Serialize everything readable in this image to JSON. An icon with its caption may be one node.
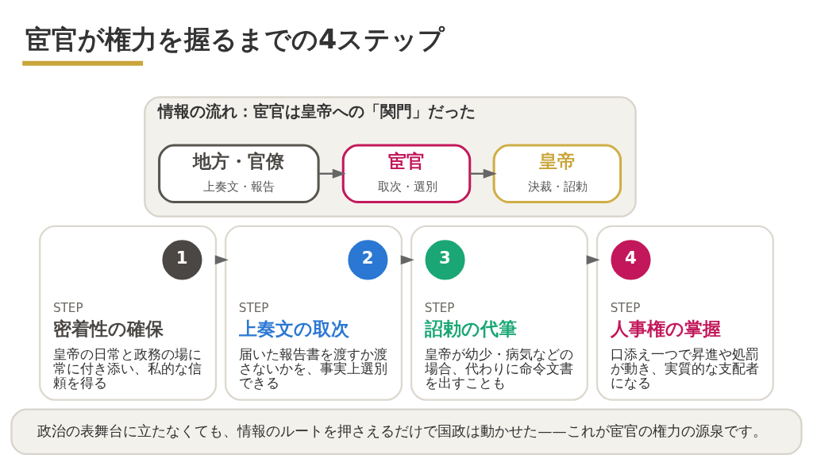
{
  "diagram": {
    "title": "宦官が権力を握るまでの4ステップ",
    "nodes": [
      {
        "text": [
          "情報の流れ：宦官は皇帝への「関門」だった"
        ]
      },
      {
        "text": [
          "地方・官僚",
          "上奏文・報告"
        ],
        "in": 0
      },
      {
        "text": [
          "宦官",
          "取次・選別"
        ],
        "in": 0
      },
      {
        "text": [
          "皇帝",
          "決裁・詔勅"
        ],
        "in": 0
      },
      {
        "text": [
          "STEP",
          "密着性の確保",
          "皇帝の日常と政務の場に常に付き添い、私的な信頼を得る"
        ]
      },
      {
        "text": [
          "1"
        ],
        "in": 4
      },
      {
        "text": [
          "STEP",
          "上奏文の取次",
          "届いた報告書を渡すか渡さないかを、事実上選別できる"
        ]
      },
      {
        "text": [
          "2"
        ],
        "in": 6
      },
      {
        "text": [
          "STEP",
          "詔勅の代筆",
          "皇帝が幼少・病気などの場合、代わりに命令文書を出すことも"
        ]
      },
      {
        "text": [
          "3"
        ],
        "in": 8
      },
      {
        "text": [
          "STEP",
          "人事権の掌握",
          "口添え一つで昇進や処罰が動き、実質的な支配者になる"
        ]
      },
      {
        "text": [
          "4"
        ],
        "in": 10
      },
      {
        "text": [
          "政治の表舞台に立たなくても、情報のルートを押さえるだけで国政は動かせた——これが宦官の権力の源泉です。"
        ]
      }
    ],
    "edges": [
      {
        "from": 1,
        "to": 2,
        "arrow": "to"
      },
      {
        "from": 2,
        "to": 3,
        "arrow": "to"
      },
      {
        "from": 4,
        "to": 6,
        "arrow": "to"
      },
      {
        "from": 6,
        "to": 8,
        "arrow": "to"
      },
      {
        "from": 8,
        "to": 10,
        "arrow": "to"
      }
    ]
  }
}
